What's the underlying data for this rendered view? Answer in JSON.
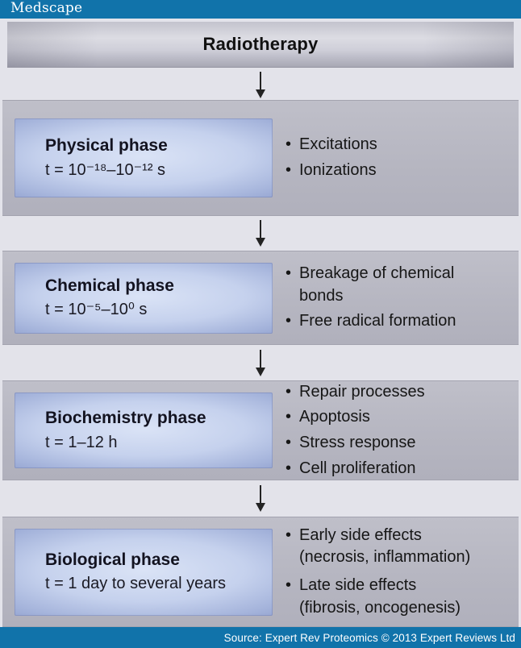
{
  "header": {
    "logo": "Medscape"
  },
  "title": "Radiotherapy",
  "phases": [
    {
      "name": "Physical phase",
      "time": "t = 10⁻¹⁸–10⁻¹² s",
      "bullets": [
        "Excitations",
        "Ionizations"
      ]
    },
    {
      "name": "Chemical phase",
      "time": "t = 10⁻⁵–10⁰ s",
      "bullets": [
        "Breakage of chemical\nbonds",
        "Free radical formation"
      ]
    },
    {
      "name": "Biochemistry phase",
      "time": "t = 1–12 h",
      "bullets": [
        "Repair processes",
        "Apoptosis",
        "Stress response",
        "Cell proliferation"
      ]
    },
    {
      "name": "Biological phase",
      "time": "t = 1 day to several years",
      "bullets": [
        "Early side effects\n(necrosis, inflammation)",
        "Late side effects\n(fibrosis, oncogenesis)"
      ]
    }
  ],
  "footer": {
    "source": "Source: Expert Rev Proteomics © 2013 Expert Reviews Ltd"
  },
  "icons": {
    "bullet": "•"
  },
  "colors": {
    "brand_blue": "#1173aa",
    "band_gray": "#b6b6c1",
    "light_band": "#e3e3ea",
    "box_blue_light": "#dae3f6",
    "box_blue_dark": "#8191c3",
    "text": "#151515"
  }
}
